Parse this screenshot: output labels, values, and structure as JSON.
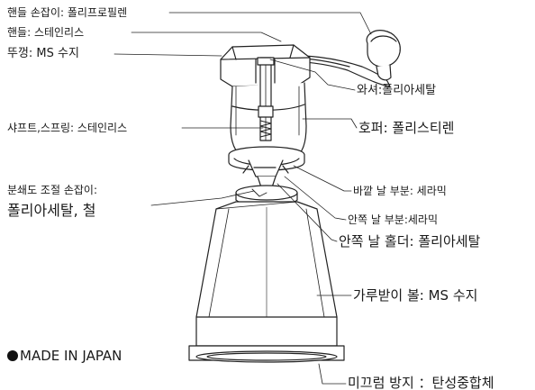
{
  "labels": {
    "handle_knob": "핸들 손잡이: 폴리프로필렌",
    "handle": "핸들: 스테인리스",
    "lid": "뚜껑: MS 수지",
    "washer": "와셔:폴리아세탈",
    "shaft_spring": "샤프트,스프링: 스테인리스",
    "hopper": "호퍼: 폴리스티렌",
    "grind_adjust_line1": "분쇄도 조절 손잡이:",
    "grind_adjust_line2": "폴리아세탈, 철",
    "outer_burr": "바깥 날 부분: 세라믹",
    "inner_burr": "안쪽 날 부분:세라믹",
    "inner_burr_holder": "안쪽 날 홀더: 폴리아세탈",
    "receiver_bowl": "가루받이 볼: MS 수지",
    "anti_slip": "미끄럼 방지 ：탄성중합체"
  },
  "origin": "MADE IN JAPAN"
}
